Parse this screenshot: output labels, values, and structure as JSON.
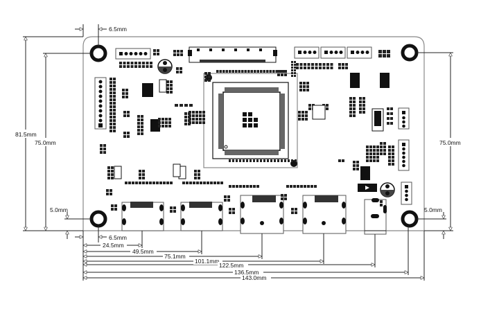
{
  "diagram": {
    "title": "PCB board mechanical dimension drawing",
    "units": "mm",
    "colors": {
      "line": "#222222",
      "component": "#111111",
      "board_outline": "#888888",
      "background": "#ffffff"
    },
    "board": {
      "width_mm": 143.0,
      "height_mm": 81.5,
      "mounting_hole_span_vertical_mm": 75.0
    },
    "dimensions": {
      "top_hole_offset": "6.5mm",
      "bottom_hole_offset": "6.5mm",
      "left_overall_height": "81.5mm",
      "left_hole_span": "75.0mm",
      "right_hole_span": "75.0mm",
      "left_bottom_hole_offset": "5.0mm",
      "right_bottom_hole_offset": "5.0mm",
      "horizontal": [
        {
          "label": "6.5mm",
          "value_mm": 6.5,
          "target": "mounting-hole-left"
        },
        {
          "label": "24.5mm",
          "value_mm": 24.5,
          "target": "hdmi-connector-1"
        },
        {
          "label": "49.5mm",
          "value_mm": 49.5,
          "target": "hdmi-connector-2"
        },
        {
          "label": "75.1mm",
          "value_mm": 75.1,
          "target": "hdmi-connector-3"
        },
        {
          "label": "101.1mm",
          "value_mm": 101.1,
          "target": "hdmi-connector-4"
        },
        {
          "label": "122.5mm",
          "value_mm": 122.5,
          "target": "dc-power-jack"
        },
        {
          "label": "136.5mm",
          "value_mm": 136.5,
          "target": "mounting-hole-right"
        },
        {
          "label": "143.0mm",
          "value_mm": 143.0,
          "target": "board-edge-right"
        }
      ]
    },
    "components": {
      "mounting_holes": 4,
      "hdmi_connectors": 4,
      "dc_jack": 1,
      "main_ic": "QFP processor",
      "headers": [
        "6-pin top",
        "4-pin top x3",
        "10-pin left",
        "4-pin right",
        "6-pin right",
        "4-pin right lower"
      ]
    }
  }
}
